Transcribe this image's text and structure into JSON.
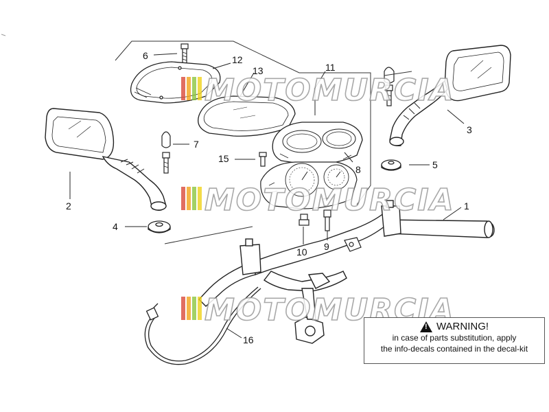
{
  "watermark": {
    "text": "MOTOMURCIA",
    "colors": [
      "#d94a3a",
      "#f2a21a",
      "#8cc63f",
      "#f0d21a"
    ]
  },
  "callouts": [
    {
      "id": "1",
      "label": "1"
    },
    {
      "id": "2",
      "label": "2"
    },
    {
      "id": "3",
      "label": "3"
    },
    {
      "id": "4",
      "label": "4"
    },
    {
      "id": "5",
      "label": "5"
    },
    {
      "id": "6",
      "label": "6"
    },
    {
      "id": "7",
      "label": "7"
    },
    {
      "id": "8",
      "label": "8"
    },
    {
      "id": "9",
      "label": "9"
    },
    {
      "id": "10",
      "label": "10"
    },
    {
      "id": "11",
      "label": "11"
    },
    {
      "id": "12",
      "label": "12"
    },
    {
      "id": "13",
      "label": "13"
    },
    {
      "id": "15",
      "label": "15"
    },
    {
      "id": "16",
      "label": "16"
    }
  ],
  "warning": {
    "title": "WARNING!",
    "line1": "in case of parts substitution, apply",
    "line2": "the info-decals contained in the decal-kit"
  }
}
